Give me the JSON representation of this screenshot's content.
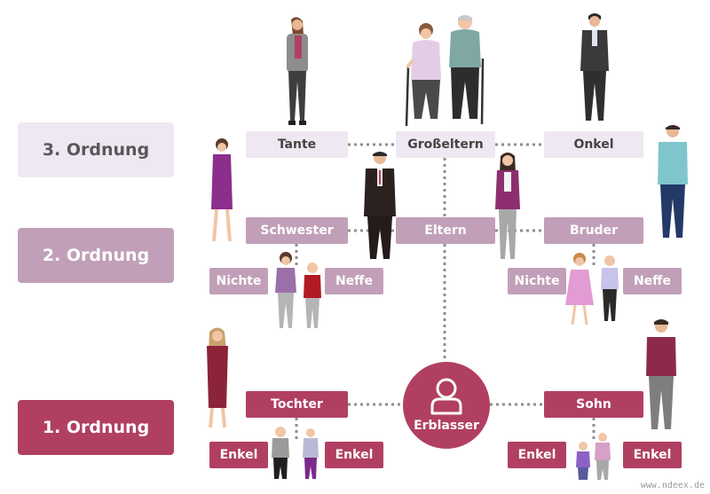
{
  "orders": {
    "third": "3. Ordnung",
    "second": "2. Ordnung",
    "first": "1. Ordnung"
  },
  "level3": {
    "aunt": "Tante",
    "grandparents": "Großeltern",
    "uncle": "Onkel"
  },
  "level2": {
    "sister": "Schwester",
    "parents": "Eltern",
    "brother": "Bruder",
    "niece_left": "Nichte",
    "nephew_left": "Neffe",
    "niece_right": "Nichte",
    "nephew_right": "Neffe"
  },
  "level1": {
    "daughter": "Tochter",
    "son": "Sohn",
    "deceased": "Erblasser",
    "grandchild_1": "Enkel",
    "grandchild_2": "Enkel",
    "grandchild_3": "Enkel",
    "grandchild_4": "Enkel"
  },
  "icons": {
    "deceased": "person-icon"
  },
  "colors": {
    "order3": "#efe7f1",
    "order2": "#c19fb8",
    "order1": "#b13f62",
    "connector": "#8e8e8e"
  },
  "watermark": "www.ndeex.de"
}
